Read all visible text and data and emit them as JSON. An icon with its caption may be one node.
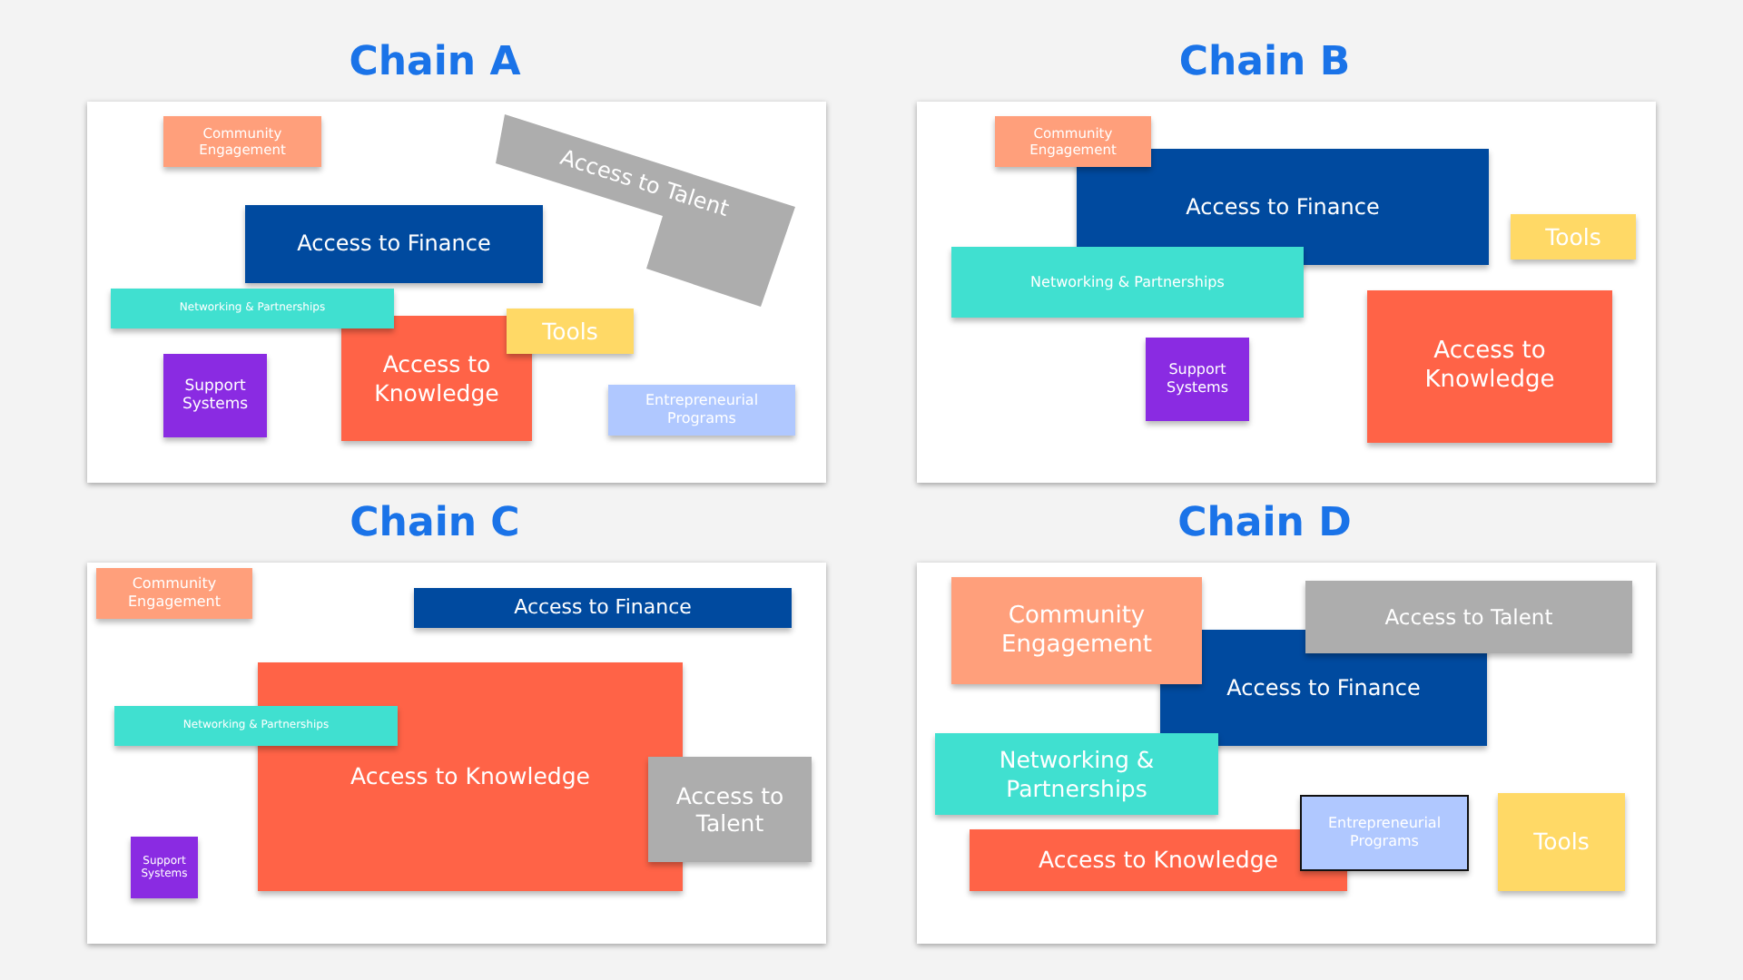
{
  "diagram": {
    "nodes": [
      {
        "text": [
          "Chain A"
        ]
      },
      {
        "text": [
          "Community Engagement"
        ],
        "in": 0
      },
      {
        "text": [
          "Access to Talent"
        ],
        "in": 0
      },
      {
        "text": [
          "Access to Finance"
        ],
        "in": 0
      },
      {
        "text": [
          "Networking & Partnerships"
        ],
        "in": 0
      },
      {
        "text": [
          "Tools"
        ],
        "in": 0
      },
      {
        "text": [
          "Access to Knowledge"
        ],
        "in": 0
      },
      {
        "text": [
          "Support Systems"
        ],
        "in": 0
      },
      {
        "text": [
          "Entrepreneurial Programs"
        ],
        "in": 0
      },
      {
        "text": [
          "Chain B"
        ]
      },
      {
        "text": [
          "Community Engagement"
        ],
        "in": 9
      },
      {
        "text": [
          "Access to Finance"
        ],
        "in": 9
      },
      {
        "text": [
          "Tools"
        ],
        "in": 9
      },
      {
        "text": [
          "Networking & Partnerships"
        ],
        "in": 9
      },
      {
        "text": [
          "Access to Knowledge"
        ],
        "in": 9
      },
      {
        "text": [
          "Support Systems"
        ],
        "in": 9
      },
      {
        "text": [
          "Chain C"
        ]
      },
      {
        "text": [
          "Community Engagement"
        ],
        "in": 16
      },
      {
        "text": [
          "Access to Finance"
        ],
        "in": 16
      },
      {
        "text": [
          "Access to Knowledge"
        ],
        "in": 16
      },
      {
        "text": [
          "Networking & Partnerships"
        ],
        "in": 16
      },
      {
        "text": [
          "Access to Talent"
        ],
        "in": 16
      },
      {
        "text": [
          "Support Systems"
        ],
        "in": 16
      },
      {
        "text": [
          "Chain D"
        ]
      },
      {
        "text": [
          "Community Engagement"
        ],
        "in": 23
      },
      {
        "text": [
          "Access to Talent"
        ],
        "in": 23
      },
      {
        "text": [
          "Access to Finance"
        ],
        "in": 23
      },
      {
        "text": [
          "Networking & Partnerships"
        ],
        "in": 23
      },
      {
        "text": [
          "Tools"
        ],
        "in": 23
      },
      {
        "text": [
          "Entrepreneurial Programs"
        ],
        "in": 23
      },
      {
        "text": [
          "Access to Knowledge"
        ],
        "in": 23
      }
    ]
  }
}
